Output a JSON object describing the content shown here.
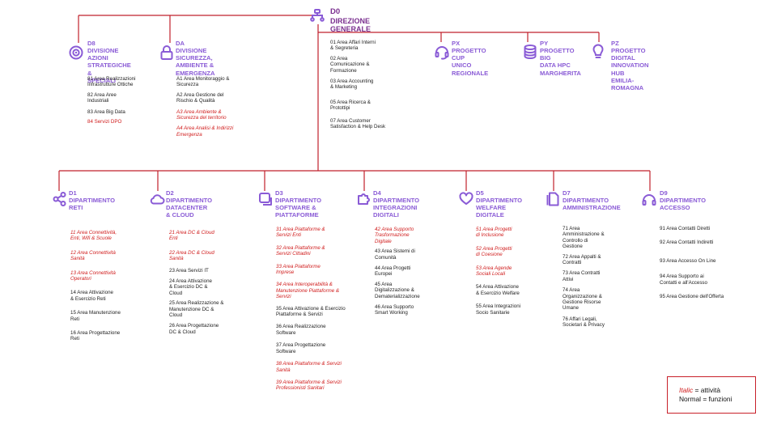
{
  "colors": {
    "line": "#c0202c",
    "accent": "#8a5bd6",
    "italic": "#d01d1d"
  },
  "top": {
    "code": "D0",
    "title": "DIREZIONE\nGENERALE",
    "icon": "org-chart-icon",
    "items": [
      {
        "text": "01 Area Affari Interni\n& Segreteria",
        "italic": false
      },
      {
        "text": "02 Area\nComunicazione &\nFormazione",
        "italic": false
      },
      {
        "text": "03 Area Accounting\n& Marketing",
        "italic": false
      },
      {
        "text": "05 Area Ricerca &\nProtottipi",
        "italic": false
      },
      {
        "text": "07 Area Customer\nSatisfaction & Help Desk",
        "italic": false
      }
    ]
  },
  "divisions": [
    {
      "code": "D8",
      "title": "DIVISIONE AZIONI\nSTRATEGICHE &\nSPECIALI",
      "icon": "target-icon",
      "items": [
        {
          "text": "81 Area Realizzazioni\nInfrastrutture Ottiche",
          "italic": false
        },
        {
          "text": "82 Area Aree\nIndustriali",
          "italic": false
        },
        {
          "text": "83 Area Big Data",
          "italic": false
        },
        {
          "text": "84 Servizi DPO",
          "italic": false,
          "red": true
        }
      ]
    },
    {
      "code": "DA",
      "title": "DIVISIONE SICUREZZA,\nAMBIENTE & EMERGENZA",
      "icon": "lock-icon",
      "items": [
        {
          "text": "A1 Area Monitoraggio &\nSicurezza",
          "italic": false
        },
        {
          "text": "A2 Area Gestione del\nRischio & Qualità",
          "italic": false
        },
        {
          "text": "A3 Area Ambiente &\nSicurezza del territorio",
          "italic": true
        },
        {
          "text": "A4 Area Analisi & Indirizzi\nEmergenza",
          "italic": true
        }
      ]
    }
  ],
  "projects": [
    {
      "code": "PX",
      "title": "PROGETTO CUP\nUNICO REGIONALE",
      "icon": "headset-icon"
    },
    {
      "code": "PY",
      "title": "PROGETTO BIG\nDATA HPC\nMARGHERITA",
      "icon": "database-icon"
    },
    {
      "code": "PZ",
      "title": "PROGETTO DIGITAL\nINNOVATION HUB\nEMILIA-ROMAGNA",
      "icon": "lightbulb-icon"
    }
  ],
  "departments": [
    {
      "code": "D1",
      "title": "DIPARTIMENTO\nRETI",
      "icon": "network-icon",
      "items": [
        {
          "text": "11 Area Connettività,\nEnti, Wifi & Scuole",
          "italic": true
        },
        {
          "text": "12 Area Connettività\nSanità",
          "italic": true
        },
        {
          "text": "13 Area Connettività\nOperatori",
          "italic": true
        },
        {
          "text": "14 Area Attivazione\n& Esercizio Reti",
          "italic": false
        },
        {
          "text": "15 Area Manutenzione\nReti",
          "italic": false
        },
        {
          "text": "16 Area Progettazione\nReti",
          "italic": false
        }
      ]
    },
    {
      "code": "D2",
      "title": "DIPARTIMENTO\nDATACENTER & CLOUD",
      "icon": "cloud-icon",
      "items": [
        {
          "text": "21 Area DC & Cloud\nEnti",
          "italic": true
        },
        {
          "text": "22 Area DC & Cloud\nSanità",
          "italic": true
        },
        {
          "text": "23 Area Servizi IT",
          "italic": false
        },
        {
          "text": "24 Area Attivazione\n& Esercizio DC &\nCloud",
          "italic": false
        },
        {
          "text": "25 Area Realizzazione &\nManutenzione DC &\nCloud",
          "italic": false
        },
        {
          "text": "26 Area Progettazione\nDC & Cloud",
          "italic": false
        }
      ]
    },
    {
      "code": "D3",
      "title": "DIPARTIMENTO\nSOFTWARE &\nPIATTAFORME",
      "icon": "software-icon",
      "items": [
        {
          "text": "31 Area Piattaforme &\nServizi Enti",
          "italic": true
        },
        {
          "text": "32 Area Piattaforme &\nServizi Cittadini",
          "italic": true
        },
        {
          "text": "33 Area Piattaforme\nImprese",
          "italic": true
        },
        {
          "text": "34 Area Interoperabilità &\nManutenzione Piattaforme &\nServizi",
          "italic": true
        },
        {
          "text": "35 Area Attivazione & Esercizio\nPiattaforme & Servizi",
          "italic": false
        },
        {
          "text": "36 Area Realizzazione\nSoftware",
          "italic": false
        },
        {
          "text": "37 Area Progettazione\nSoftware",
          "italic": false
        },
        {
          "text": "38 Area Piattaforme & Servizi\nSanità",
          "italic": true
        },
        {
          "text": "39 Area Piattaforme & Servizi\nProfessionisti Sanitari",
          "italic": true
        }
      ]
    },
    {
      "code": "D4",
      "title": "DIPARTIMENTO\nINTEGRAZIONI\nDIGITALI",
      "icon": "puzzle-icon",
      "items": [
        {
          "text": "42 Area Supporto\nTrasformazione\nDigitale",
          "italic": true
        },
        {
          "text": "43 Area Sistemi di\nComunità",
          "italic": false
        },
        {
          "text": "44 Area Progetti\nEuropei",
          "italic": false
        },
        {
          "text": "45 Area\nDigitalizzazione &\nDematerializzazione",
          "italic": false
        },
        {
          "text": "46 Area Supporto\nSmart Working",
          "italic": false
        }
      ]
    },
    {
      "code": "D5",
      "title": "DIPARTIMENTO\nWELFARE\nDIGITALE",
      "icon": "heart-hand-icon",
      "items": [
        {
          "text": "51 Area Progetti\ndi Inclusione",
          "italic": true
        },
        {
          "text": "52 Area Progetti\ndi Coesione",
          "italic": true
        },
        {
          "text": "53 Area Agende\nSociali Locali",
          "italic": true
        },
        {
          "text": "54 Area Attivazione\n& Esercizio Welfare",
          "italic": false
        },
        {
          "text": "55 Area Integrazioni\nSocio Sanitarie",
          "italic": false
        }
      ]
    },
    {
      "code": "D7",
      "title": "DIPARTIMENTO\nAMMINISTRAZIONE",
      "icon": "document-icon",
      "items": [
        {
          "text": "71 Area\nAmministrazione &\nControllo di\nGestione",
          "italic": false
        },
        {
          "text": "72 Area Appalti &\nContratti",
          "italic": false
        },
        {
          "text": "73 Area Contratti\nAttivi",
          "italic": false
        },
        {
          "text": "74 Area\nOrganizzazione &\nGestione Risorse\nUmane",
          "italic": false
        },
        {
          "text": "76 Affari Legali,\nSocietari & Privacy",
          "italic": false
        }
      ]
    },
    {
      "code": "D9",
      "title": "DIPARTIMENTO\nACCESSO",
      "icon": "headphones-icon",
      "items": [
        {
          "text": "91 Area Contatti Diretti",
          "italic": false
        },
        {
          "text": "92 Area Contatti Indiretti",
          "italic": false
        },
        {
          "text": "93 Area Accesso On Line",
          "italic": false
        },
        {
          "text": "94 Area Supporto ai\nContatti e all'Accesso",
          "italic": false
        },
        {
          "text": "95 Area Gestione dell'Offerta",
          "italic": false
        }
      ]
    }
  ],
  "legend": {
    "italic_label": "Italic",
    "italic_desc": " = attività",
    "normal_desc": "Normal = funzioni"
  }
}
